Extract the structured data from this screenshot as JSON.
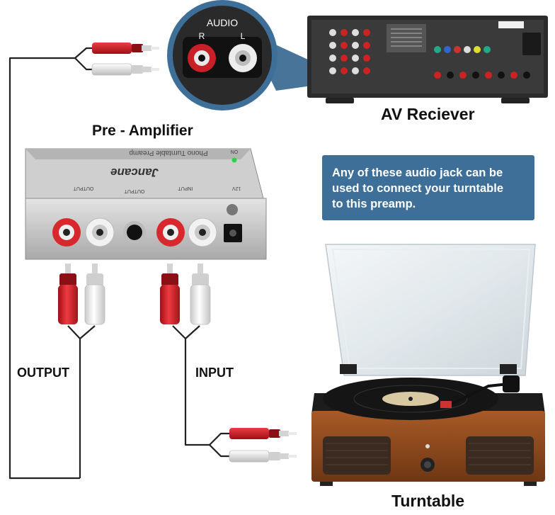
{
  "labels": {
    "audio": "AUDIO",
    "audio_r": "R",
    "audio_l": "L",
    "av_receiver": "AV Reciever",
    "pre_amplifier": "Pre - Amplifier",
    "output": "OUTPUT",
    "input": "INPUT",
    "turntable": "Turntable"
  },
  "info_box": {
    "line1": "Any of these audio jack can be",
    "line2": "used to connect your turntable",
    "line3": "to this preamp."
  },
  "preamp": {
    "brand": "Jancane",
    "model_text": "Phono Turntable Preamp",
    "port_output": "OUTPUT",
    "port_input": "INPUT",
    "port_power": "12V",
    "led_label": "ON"
  },
  "colors": {
    "info_box_bg": "#3d6f98",
    "plug_red": "#d9272e",
    "plug_white": "#f2f2f2",
    "cable": "#222222",
    "wood": "#8a4a1f"
  }
}
